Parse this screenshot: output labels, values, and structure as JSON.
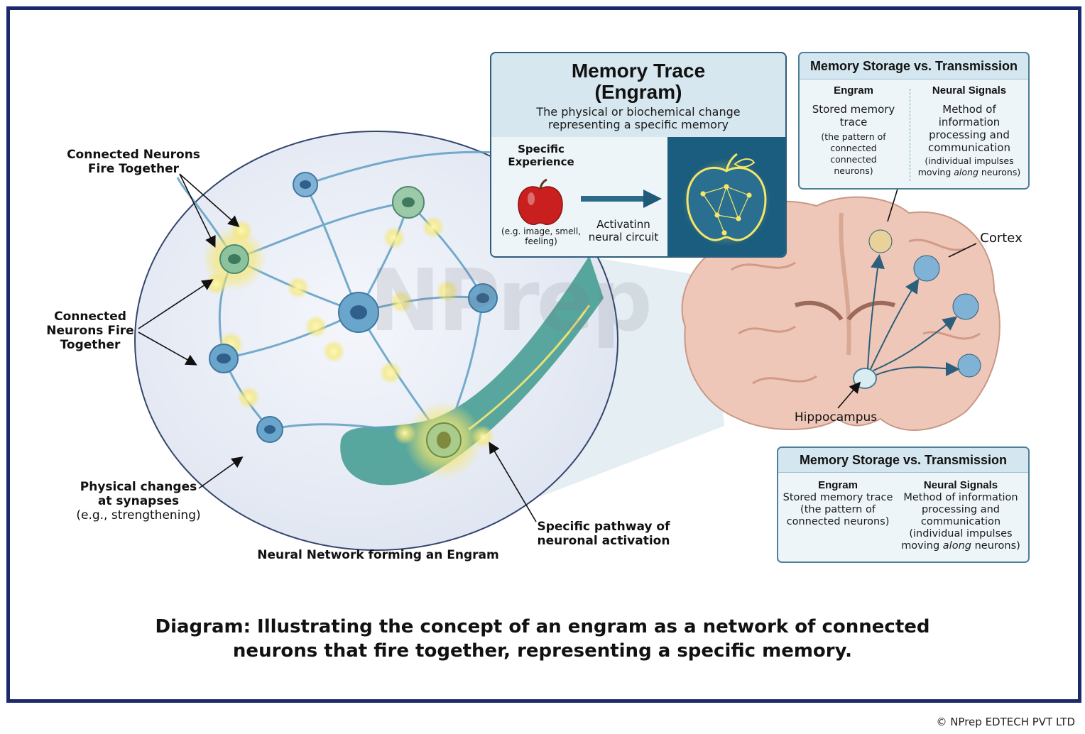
{
  "labels": {
    "connected_top": "Connected Neurons\nFire Together",
    "connected_left": "Connected\nNeurons Fire\nTogether",
    "physical_changes_bold": "Physical changes\nat synapses",
    "physical_changes_sub": "(e.g., strengthening)",
    "network_caption": "Neural Network forming an Engram",
    "pathway": "Specific pathway of\nneuronal activation",
    "cortex": "Cortex",
    "hippocampus": "Hippocampus"
  },
  "memory_trace": {
    "title_line1": "Memory Trace",
    "title_line2": "(Engram)",
    "description": "The physical or biochemical change\nrepresenting a specific memory",
    "experience_label": "Specific\nExperience",
    "experience_example": "(e.g. image, smell,\nfeeling)",
    "activation_label": "Activatinn\nneural circuit"
  },
  "storage_top": {
    "title": "Memory Storage vs. Transmission",
    "engram_heading": "Engram",
    "engram_main": "Stored memory\ntrace",
    "engram_sub": "(the pattern of\nconnected\nconnected\nneurons)",
    "signals_heading": "Neural Signals",
    "signals_main": "Method of\ninformation\nprocessing and\ncommunication",
    "signals_sub_before": "(individual impulses\nmoving ",
    "signals_sub_italic": "along",
    "signals_sub_after": " neurons)"
  },
  "storage_bottom": {
    "title": "Memory Storage vs. Transmission",
    "engram_heading": "Engram",
    "engram_text": "Stored memory trace\n(the pattern of\nconnected neurons)",
    "signals_heading": "Neural Signals",
    "signals_text": "Method of information\nprocessing and\ncommunication\n(individual impulses",
    "signals_last_before": "moving ",
    "signals_last_italic": "along",
    "signals_last_after": " neurons)"
  },
  "watermark": "NPrep",
  "caption": "Diagram: Illustrating the concept of an engram as a network of connected\nneurons that fire together, representing a specific memory.",
  "copyright": "© NPrep EDTECH PVT LTD",
  "colors": {
    "frame": "#1c2a6b",
    "neuron_blue": "#6aa6cc",
    "neuron_green": "#8cc39e",
    "glow": "#f5e66a",
    "pathway": "#3e9a8e",
    "brain": "#efc7b8",
    "dark_panel": "#1b5d7e"
  }
}
